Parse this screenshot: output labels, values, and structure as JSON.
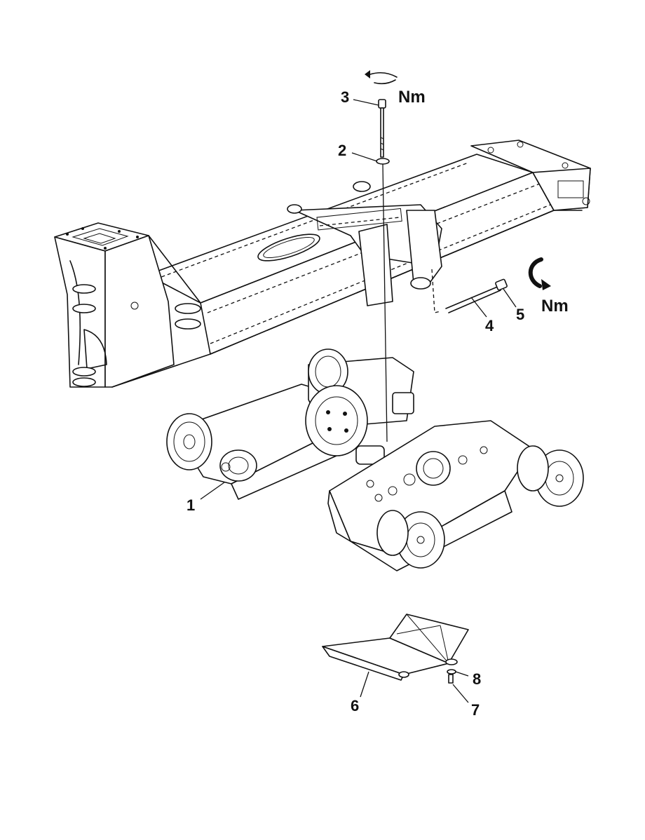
{
  "labels": {
    "part_1": "1",
    "part_2": "2",
    "part_3": "3",
    "part_4": "4",
    "part_5": "5",
    "part_6": "6",
    "part_7": "7",
    "part_8": "8",
    "torque_unit_top": "Nm",
    "torque_unit_right": "Nm"
  },
  "colors": {
    "line": "#111111",
    "background": "#ffffff"
  },
  "icons": [
    "tighten-arrow-icon",
    "rotate-arrow-icon"
  ]
}
